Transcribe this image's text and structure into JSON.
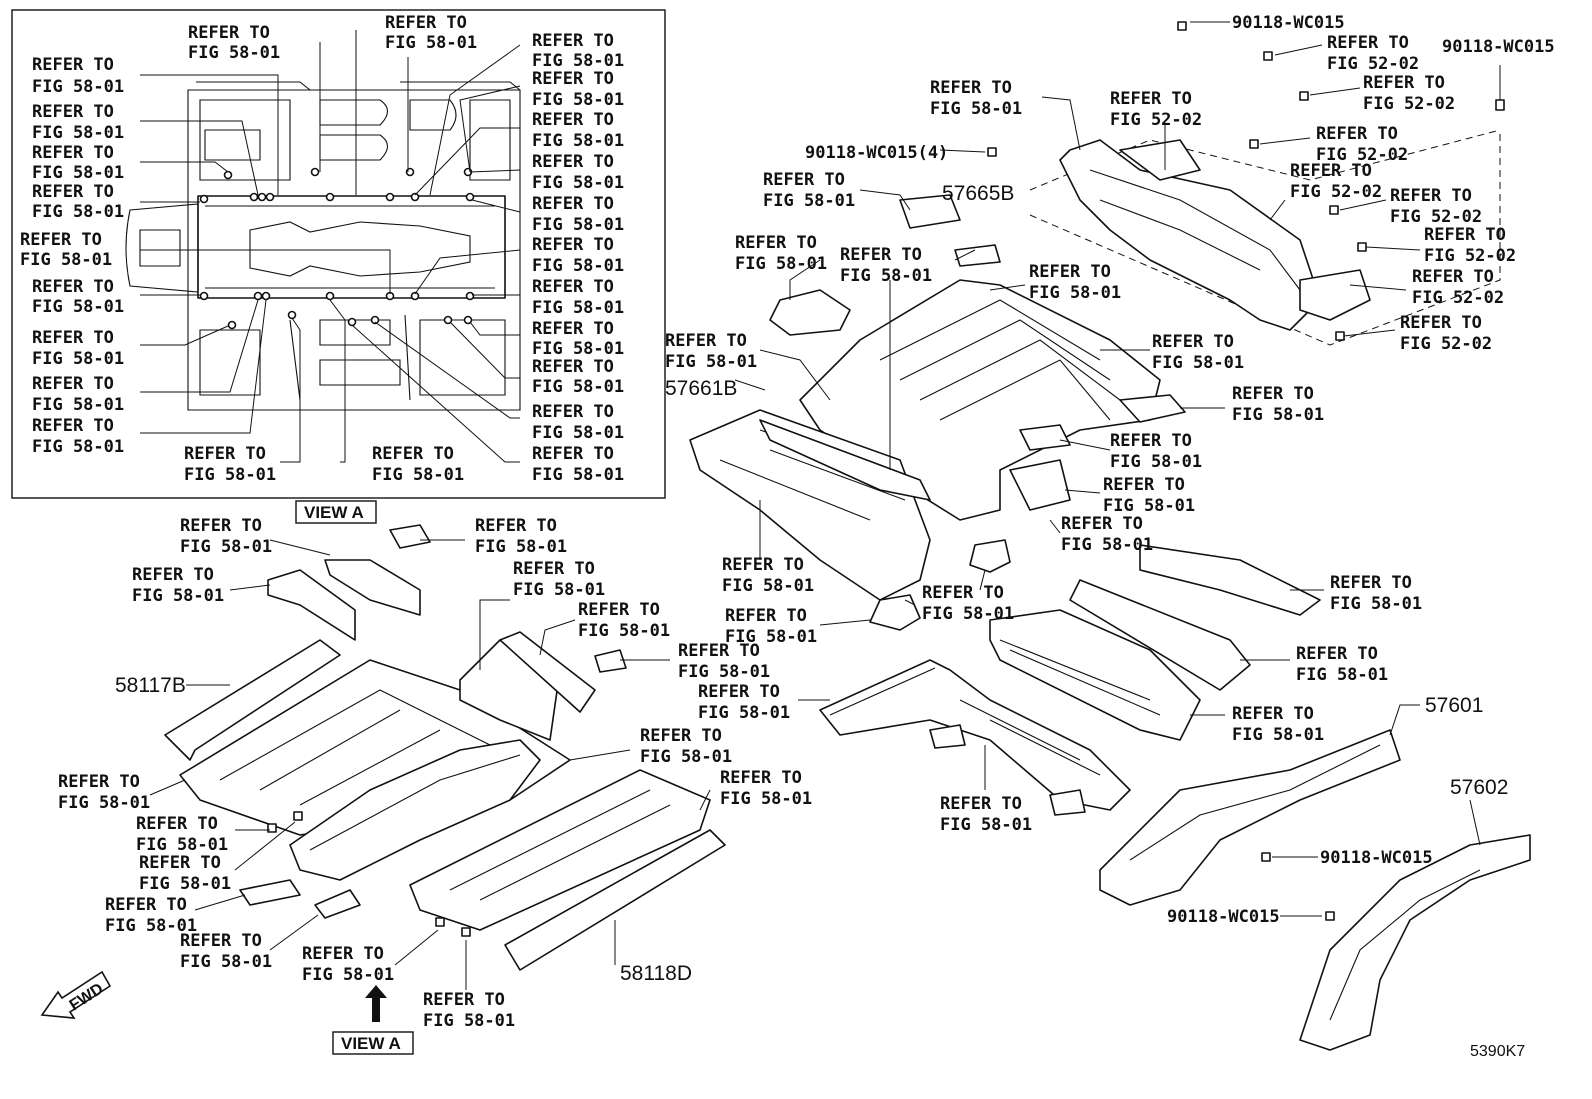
{
  "refer_58": [
    "REFER TO",
    "FIG 58-01"
  ],
  "refer_52": [
    "REFER TO",
    "FIG 52-02"
  ],
  "parts": {
    "p57665B": "57665B",
    "p57661B": "57661B",
    "p58117B": "58117B",
    "p58118D": "58118D",
    "p57601": "57601",
    "p57602": "57602"
  },
  "bolts": {
    "b90118": "90118-WC015",
    "b90118x4": "90118-WC015(4)"
  },
  "view_label": "VIEW A",
  "fwd_label": "FWD",
  "diagram_code": "5390K7"
}
